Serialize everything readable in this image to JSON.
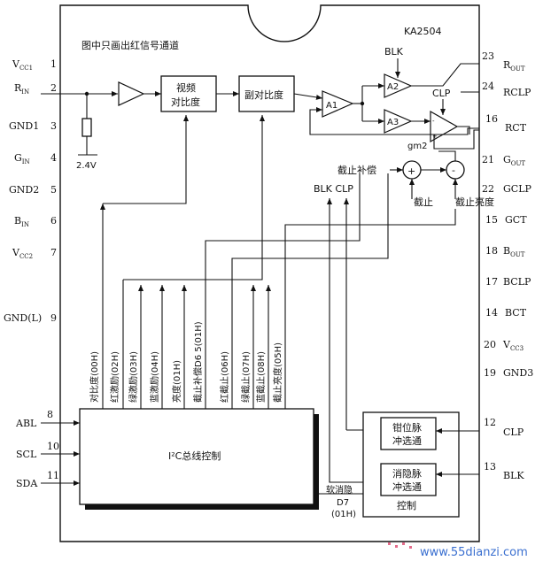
{
  "chip": {
    "name": "KA2504",
    "note": "图中只画出红信号通道"
  },
  "left_pins": [
    {
      "name": "V",
      "sub": "CC1",
      "num": "1"
    },
    {
      "name": "R",
      "sub": "IN",
      "num": "2"
    },
    {
      "name": "GND1",
      "sub": "",
      "num": "3"
    },
    {
      "name": "G",
      "sub": "IN",
      "num": "4"
    },
    {
      "name": "GND2",
      "sub": "",
      "num": "5"
    },
    {
      "name": "B",
      "sub": "IN",
      "num": "6"
    },
    {
      "name": "V",
      "sub": "CC2",
      "num": "7"
    },
    {
      "name": "GND(L)",
      "sub": "",
      "num": "9"
    }
  ],
  "right_pins": [
    {
      "name": "R",
      "sub": "OUT",
      "num": "23"
    },
    {
      "name": "RCLP",
      "sub": "",
      "num": "24"
    },
    {
      "name": "RCT",
      "sub": "",
      "num": "16"
    },
    {
      "name": "G",
      "sub": "OUT",
      "num": "21"
    },
    {
      "name": "GCLP",
      "sub": "",
      "num": "22"
    },
    {
      "name": "GCT",
      "sub": "",
      "num": "15"
    },
    {
      "name": "B",
      "sub": "OUT",
      "num": "18"
    },
    {
      "name": "BCLP",
      "sub": "",
      "num": "17"
    },
    {
      "name": "BCT",
      "sub": "",
      "num": "14"
    },
    {
      "name": "V",
      "sub": "CC3",
      "num": "20"
    },
    {
      "name": "GND3",
      "sub": "",
      "num": "19"
    }
  ],
  "bus_pins": [
    {
      "name": "ABL",
      "num": "8"
    },
    {
      "name": "SCL",
      "num": "10"
    },
    {
      "name": "SDA",
      "num": "11"
    }
  ],
  "pulse_pins": [
    {
      "name": "CLP",
      "num": "12"
    },
    {
      "name": "BLK",
      "num": "13"
    }
  ],
  "blocks": {
    "video_contrast_1": "视频",
    "video_contrast_2": "对比度",
    "sub_contrast": "副对比度",
    "i2c_control": "I²C总线控制",
    "clamp_select_1": "钳位脉",
    "clamp_select_2": "冲选通",
    "blank_select_1": "消隐脉",
    "blank_select_2": "冲选通",
    "control": "控制"
  },
  "amps": {
    "a1": "A1",
    "a2": "A2",
    "a3": "A3",
    "gm2": "gm2"
  },
  "labels": {
    "blk_top": "BLK",
    "clp_top": "CLP",
    "bias": "2.4V",
    "cutoff_comp": "截止补偿",
    "cutoff": "截止",
    "cutoff_bright": "截止亮度",
    "blk_clp": "BLK CLP",
    "soft_blank_1": "软消隐",
    "soft_blank_2": "D7",
    "soft_blank_3": "(01H)",
    "plus": "+",
    "minus": "-"
  },
  "registers": [
    "对比度(00H)",
    "红激励(02H)",
    "绿激励(03H)",
    "蓝激励(04H)",
    "亮度(01H)",
    "截止补偿D6 5(01H)",
    "红截止(06H)",
    "绿截止(07H)",
    "蓝截止(08H)",
    "截止亮度(05H)"
  ],
  "watermark": "www.55dianzi.com"
}
